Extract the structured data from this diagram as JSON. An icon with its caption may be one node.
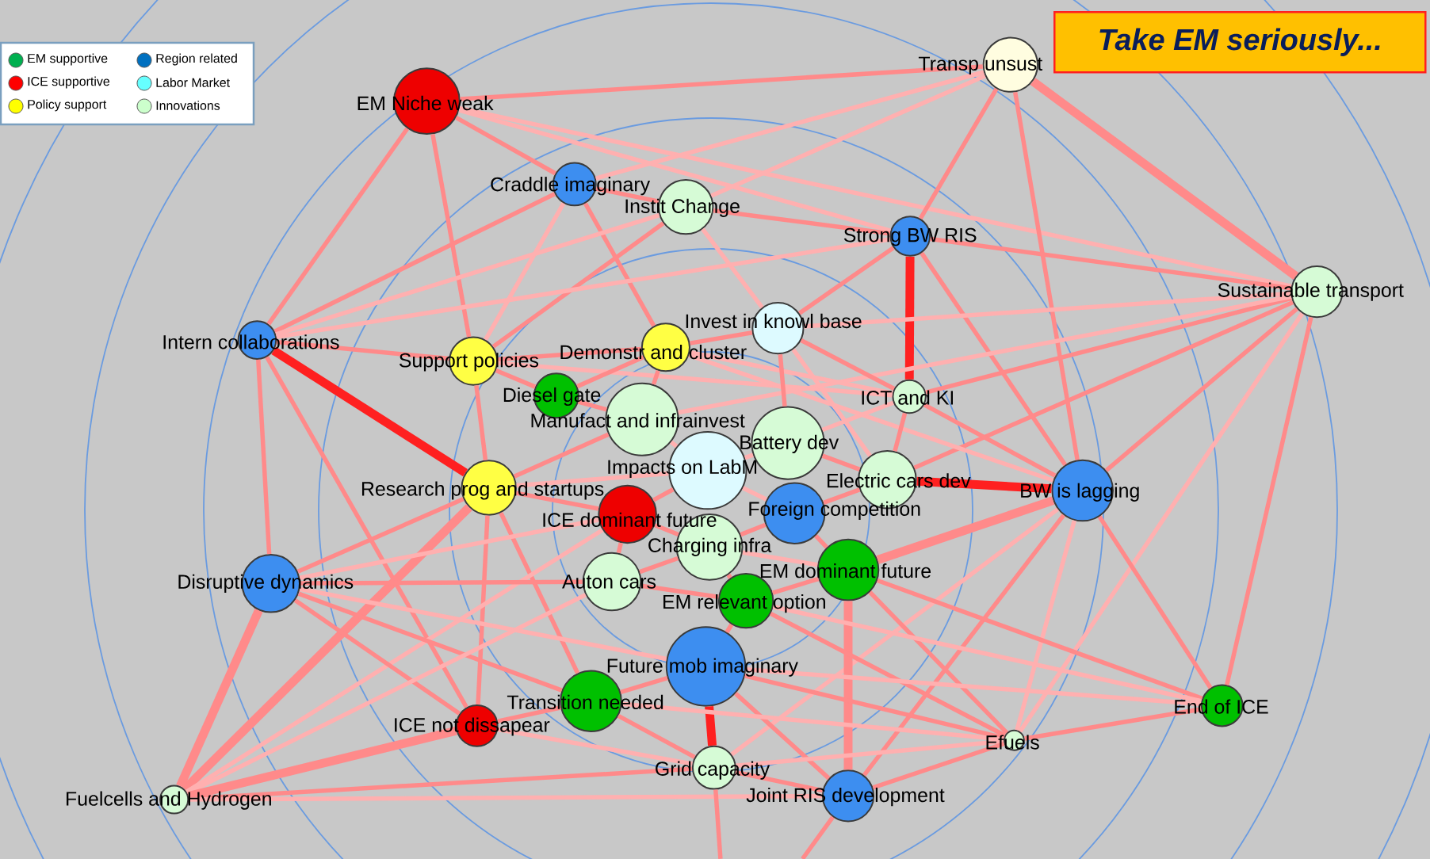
{
  "diagram": {
    "title": "Take EM seriously...",
    "nodes": [
      {
        "text": [
          "EM Niche weak"
        ]
      },
      {
        "text": [
          "Transp unsust"
        ]
      },
      {
        "text": [
          "Craddle imaginary"
        ]
      },
      {
        "text": [
          "Instit Change"
        ]
      },
      {
        "text": [
          "Strong BW RIS"
        ]
      },
      {
        "text": [
          "Sustainable transport"
        ]
      },
      {
        "text": [
          "Intern collaborations"
        ]
      },
      {
        "text": [
          "Support policies"
        ]
      },
      {
        "text": [
          "Demonstr and cluster"
        ]
      },
      {
        "text": [
          "Invest in knowl base"
        ]
      },
      {
        "text": [
          "Diesel gate"
        ]
      },
      {
        "text": [
          "ICT and KI"
        ]
      },
      {
        "text": [
          "Manufact and infrainvest"
        ]
      },
      {
        "text": [
          "Battery dev"
        ]
      },
      {
        "text": [
          "Impacts on LabM"
        ]
      },
      {
        "text": [
          "Electric cars dev"
        ]
      },
      {
        "text": [
          "BW is lagging"
        ]
      },
      {
        "text": [
          "Research prog and startups"
        ]
      },
      {
        "text": [
          "ICE dominant future"
        ]
      },
      {
        "text": [
          "Foreign competition"
        ]
      },
      {
        "text": [
          "Charging infra"
        ]
      },
      {
        "text": [
          "Disruptive dynamics"
        ]
      },
      {
        "text": [
          "Auton cars"
        ]
      },
      {
        "text": [
          "EM dominant future"
        ]
      },
      {
        "text": [
          "EM relevant option"
        ]
      },
      {
        "text": [
          "Future mob imaginary"
        ]
      },
      {
        "text": [
          "Transition needed"
        ]
      },
      {
        "text": [
          "ICE not dissapear"
        ]
      },
      {
        "text": [
          "End of ICE"
        ]
      },
      {
        "text": [
          "Efuels"
        ]
      },
      {
        "text": [
          "Grid capacity"
        ]
      },
      {
        "text": [
          "Joint RIS development"
        ]
      },
      {
        "text": [
          "Fuelcells and Hydrogen"
        ]
      }
    ],
    "edges": [
      {
        "from": 0,
        "to": 1,
        "arrow": "none"
      },
      {
        "from": 0,
        "to": 2,
        "arrow": "none"
      },
      {
        "from": 0,
        "to": 4,
        "arrow": "none",
        "color": "#ffb0b0"
      },
      {
        "from": 0,
        "to": 5,
        "arrow": "none",
        "color": "#ffb0b0"
      },
      {
        "from": 0,
        "to": 6,
        "arrow": "none"
      },
      {
        "from": 0,
        "to": 7,
        "arrow": "none"
      },
      {
        "from": 1,
        "to": 2,
        "arrow": "none",
        "color": "#ffb0b0"
      },
      {
        "from": 1,
        "to": 3,
        "arrow": "none",
        "color": "#ffb0b0"
      },
      {
        "from": 1,
        "to": 4,
        "arrow": "none"
      },
      {
        "from": 1,
        "to": 5,
        "arrow": "none",
        "style": "thick"
      },
      {
        "from": 1,
        "to": 16,
        "arrow": "none"
      },
      {
        "from": 2,
        "to": 3,
        "arrow": "none"
      },
      {
        "from": 2,
        "to": 6,
        "arrow": "none"
      },
      {
        "from": 2,
        "to": 7,
        "arrow": "none",
        "color": "#ffb0b0"
      },
      {
        "from": 2,
        "to": 8,
        "arrow": "none"
      },
      {
        "from": 3,
        "to": 4,
        "arrow": "none"
      },
      {
        "from": 3,
        "to": 6,
        "arrow": "none",
        "color": "#ffb0b0"
      },
      {
        "from": 3,
        "to": 7,
        "arrow": "none"
      },
      {
        "from": 3,
        "to": 9,
        "arrow": "none",
        "color": "#ffb0b0"
      },
      {
        "from": 4,
        "to": 5,
        "arrow": "none"
      },
      {
        "from": 4,
        "to": 6,
        "arrow": "none",
        "color": "#ffb0b0"
      },
      {
        "from": 4,
        "to": 9,
        "arrow": "none"
      },
      {
        "from": 4,
        "to": 11,
        "arrow": "none",
        "style": "thick",
        "color": "#ff2020"
      },
      {
        "from": 4,
        "to": 16,
        "arrow": "none"
      },
      {
        "from": 5,
        "to": 9,
        "arrow": "none",
        "color": "#ffb0b0"
      },
      {
        "from": 5,
        "to": 11,
        "arrow": "none"
      },
      {
        "from": 5,
        "to": 12,
        "arrow": "none",
        "color": "#ffb0b0"
      },
      {
        "from": 5,
        "to": 15,
        "arrow": "none"
      },
      {
        "from": 5,
        "to": 16,
        "arrow": "none"
      },
      {
        "from": 5,
        "to": 28,
        "arrow": "none"
      },
      {
        "from": 5,
        "to": 29,
        "arrow": "none",
        "color": "#ffb0b0"
      },
      {
        "from": 6,
        "to": 7,
        "arrow": "none"
      },
      {
        "from": 6,
        "to": 17,
        "arrow": "none",
        "style": "thick",
        "color": "#ff2020"
      },
      {
        "from": 6,
        "to": 21,
        "arrow": "none"
      },
      {
        "from": 6,
        "to": 27,
        "arrow": "none"
      },
      {
        "from": 7,
        "to": 8,
        "arrow": "none"
      },
      {
        "from": 7,
        "to": 10,
        "arrow": "none"
      },
      {
        "from": 7,
        "to": 11,
        "arrow": "none",
        "color": "#ffb0b0"
      },
      {
        "from": 7,
        "to": 17,
        "arrow": "none"
      },
      {
        "from": 8,
        "to": 9,
        "arrow": "none"
      },
      {
        "from": 8,
        "to": 10,
        "arrow": "none"
      },
      {
        "from": 8,
        "to": 11,
        "arrow": "none",
        "color": "#ffb0b0"
      },
      {
        "from": 8,
        "to": 12,
        "arrow": "none"
      },
      {
        "from": 8,
        "to": 16,
        "arrow": "none",
        "color": "#ffb0b0"
      },
      {
        "from": 9,
        "to": 11,
        "arrow": "none"
      },
      {
        "from": 9,
        "to": 13,
        "arrow": "none"
      },
      {
        "from": 9,
        "to": 15,
        "arrow": "none",
        "color": "#ffb0b0"
      },
      {
        "from": 10,
        "to": 12,
        "arrow": "none"
      },
      {
        "from": 11,
        "to": 13,
        "arrow": "none",
        "color": "#ffb0b0"
      },
      {
        "from": 11,
        "to": 15,
        "arrow": "none"
      },
      {
        "from": 11,
        "to": 16,
        "arrow": "none"
      },
      {
        "from": 12,
        "to": 14,
        "arrow": "none",
        "color": "#ffb0b0"
      },
      {
        "from": 12,
        "to": 17,
        "arrow": "none"
      },
      {
        "from": 13,
        "to": 14,
        "arrow": "none",
        "color": "#ffb0b0"
      },
      {
        "from": 13,
        "to": 15,
        "arrow": "none"
      },
      {
        "from": 14,
        "to": 17,
        "arrow": "none",
        "color": "#ffb0b0"
      },
      {
        "from": 14,
        "to": 18,
        "arrow": "none"
      },
      {
        "from": 14,
        "to": 19,
        "arrow": "none",
        "color": "#ffb0b0"
      },
      {
        "from": 15,
        "to": 16,
        "arrow": "none",
        "style": "thick",
        "color": "#ff2020"
      },
      {
        "from": 15,
        "to": 19,
        "arrow": "none"
      },
      {
        "from": 16,
        "to": 23,
        "arrow": "none",
        "style": "thick"
      },
      {
        "from": 16,
        "to": 28,
        "arrow": "none"
      },
      {
        "from": 16,
        "to": 29,
        "arrow": "none",
        "color": "#ffb0b0"
      },
      {
        "from": 16,
        "to": 30,
        "arrow": "none",
        "color": "#ffb0b0"
      },
      {
        "from": 16,
        "to": 31,
        "arrow": "none"
      },
      {
        "from": 17,
        "to": 18,
        "arrow": "none"
      },
      {
        "from": 17,
        "to": 21,
        "arrow": "none"
      },
      {
        "from": 17,
        "to": 26,
        "arrow": "none"
      },
      {
        "from": 17,
        "to": 27,
        "arrow": "none"
      },
      {
        "from": 17,
        "to": 32,
        "arrow": "none",
        "style": "thick"
      },
      {
        "from": 18,
        "to": 20,
        "arrow": "none"
      },
      {
        "from": 18,
        "to": 21,
        "arrow": "none",
        "color": "#ffb0b0"
      },
      {
        "from": 18,
        "to": 22,
        "arrow": "none"
      },
      {
        "from": 18,
        "to": 32,
        "arrow": "none",
        "color": "#ffb0b0"
      },
      {
        "from": 19,
        "to": 20,
        "arrow": "none"
      },
      {
        "from": 19,
        "to": 23,
        "arrow": "none"
      },
      {
        "from": 20,
        "to": 22,
        "arrow": "none"
      },
      {
        "from": 20,
        "to": 23,
        "arrow": "none",
        "color": "#ffb0b0"
      },
      {
        "from": 20,
        "to": 24,
        "arrow": "none"
      },
      {
        "from": 21,
        "to": 22,
        "arrow": "none"
      },
      {
        "from": 21,
        "to": 25,
        "arrow": "none",
        "color": "#ffb0b0"
      },
      {
        "from": 21,
        "to": 26,
        "arrow": "none"
      },
      {
        "from": 21,
        "to": 27,
        "arrow": "none"
      },
      {
        "from": 21,
        "to": 32,
        "arrow": "none",
        "style": "thick"
      },
      {
        "from": 22,
        "to": 24,
        "arrow": "none"
      },
      {
        "from": 22,
        "to": 32,
        "arrow": "none",
        "color": "#ffb0b0"
      },
      {
        "from": 23,
        "to": 24,
        "arrow": "none"
      },
      {
        "from": 23,
        "to": 28,
        "arrow": "none"
      },
      {
        "from": 23,
        "to": 29,
        "arrow": "none"
      },
      {
        "from": 23,
        "to": 31,
        "arrow": "none",
        "style": "thick"
      },
      {
        "from": 24,
        "to": 25,
        "arrow": "none"
      },
      {
        "from": 24,
        "to": 28,
        "arrow": "none",
        "color": "#ffb0b0"
      },
      {
        "from": 24,
        "to": 29,
        "arrow": "none"
      },
      {
        "from": 25,
        "to": 26,
        "arrow": "none"
      },
      {
        "from": 25,
        "to": 28,
        "arrow": "none",
        "color": "#ffb0b0"
      },
      {
        "from": 25,
        "to": 29,
        "arrow": "none"
      },
      {
        "from": 25,
        "to": 30,
        "arrow": "none",
        "style": "thick",
        "color": "#ff2020"
      },
      {
        "from": 25,
        "to": 31,
        "arrow": "none"
      },
      {
        "from": 26,
        "to": 27,
        "arrow": "none"
      },
      {
        "from": 26,
        "to": 29,
        "arrow": "none",
        "color": "#ffb0b0"
      },
      {
        "from": 26,
        "to": 30,
        "arrow": "none"
      },
      {
        "from": 27,
        "to": 30,
        "arrow": "none",
        "color": "#ffb0b0"
      },
      {
        "from": 27,
        "to": 32,
        "arrow": "none",
        "style": "thick"
      },
      {
        "from": 28,
        "to": 29,
        "arrow": "none"
      },
      {
        "from": 29,
        "to": 30,
        "arrow": "none",
        "color": "#ffb0b0"
      },
      {
        "from": 29,
        "to": 31,
        "arrow": "none"
      },
      {
        "from": 30,
        "to": 31,
        "arrow": "none"
      },
      {
        "from": 30,
        "to": 32,
        "arrow": "none"
      },
      {
        "from": 31,
        "to": 32,
        "arrow": "none",
        "color": "#ffb0b0"
      },
      {
        "from": 30,
        "to": null,
        "arrow": "none"
      },
      {
        "from": 31,
        "to": null,
        "arrow": "none"
      }
    ],
    "legend": [
      {
        "text": "EM supportive",
        "color": "#00b050"
      },
      {
        "text": "ICE supportive",
        "color": "#ff0000"
      },
      {
        "text": "Policy support",
        "color": "#ffff00"
      },
      {
        "text": "Region related",
        "color": "#0070c0"
      },
      {
        "text": "Labor Market",
        "color": "#66ffff"
      },
      {
        "text": "Innovations",
        "color": "#ccffcc"
      }
    ]
  }
}
